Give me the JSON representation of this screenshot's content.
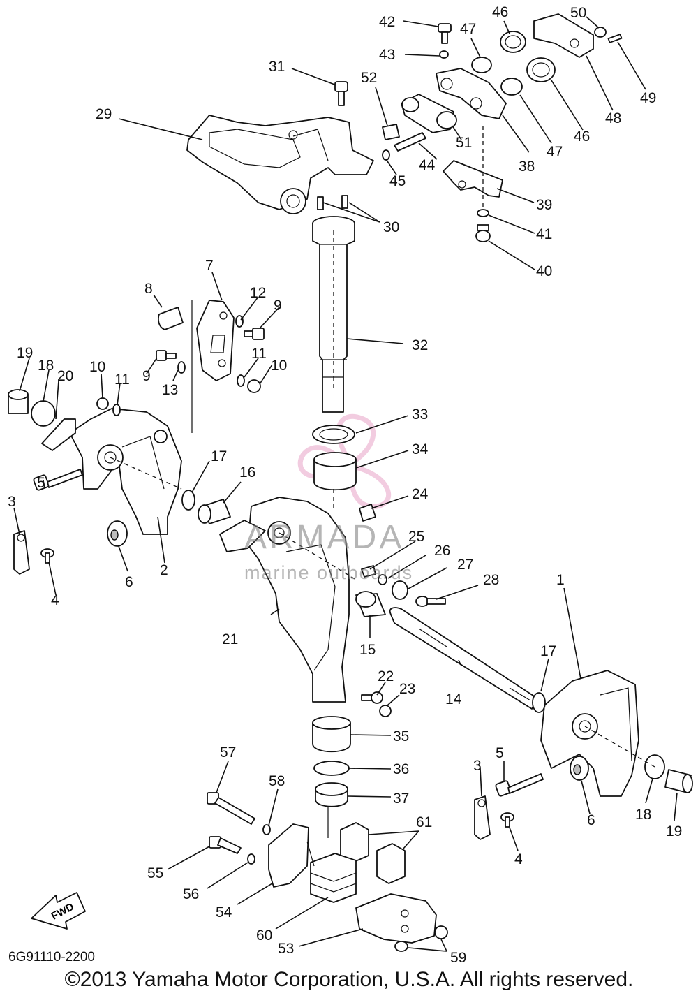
{
  "diagram": {
    "catalog_number": "6G91110-2200",
    "copyright": "©2013 Yamaha Motor Corporation, U.S.A. All rights reserved.",
    "fwd_label": "FWD",
    "watermark": {
      "brand": "ARMADA",
      "tagline": "marine outboards",
      "color": "#e8a3c8"
    },
    "callouts": [
      "1",
      "2",
      "3",
      "4",
      "5",
      "6",
      "7",
      "8",
      "9",
      "10",
      "11",
      "12",
      "13",
      "14",
      "15",
      "16",
      "17",
      "18",
      "19",
      "20",
      "21",
      "22",
      "23",
      "24",
      "25",
      "26",
      "27",
      "28",
      "29",
      "30",
      "31",
      "32",
      "33",
      "34",
      "35",
      "36",
      "37",
      "38",
      "39",
      "40",
      "41",
      "42",
      "43",
      "44",
      "45",
      "46",
      "47",
      "48",
      "49",
      "50",
      "51",
      "52",
      "53",
      "54",
      "55",
      "56",
      "57",
      "58",
      "59",
      "60",
      "61"
    ],
    "duplicate_callouts": {
      "3": "3",
      "4": "4",
      "5": "5",
      "6": "6",
      "9": "9",
      "10": "10",
      "11": "11",
      "17": "17",
      "18": "18",
      "19": "19",
      "46": "46",
      "47": "47"
    }
  }
}
